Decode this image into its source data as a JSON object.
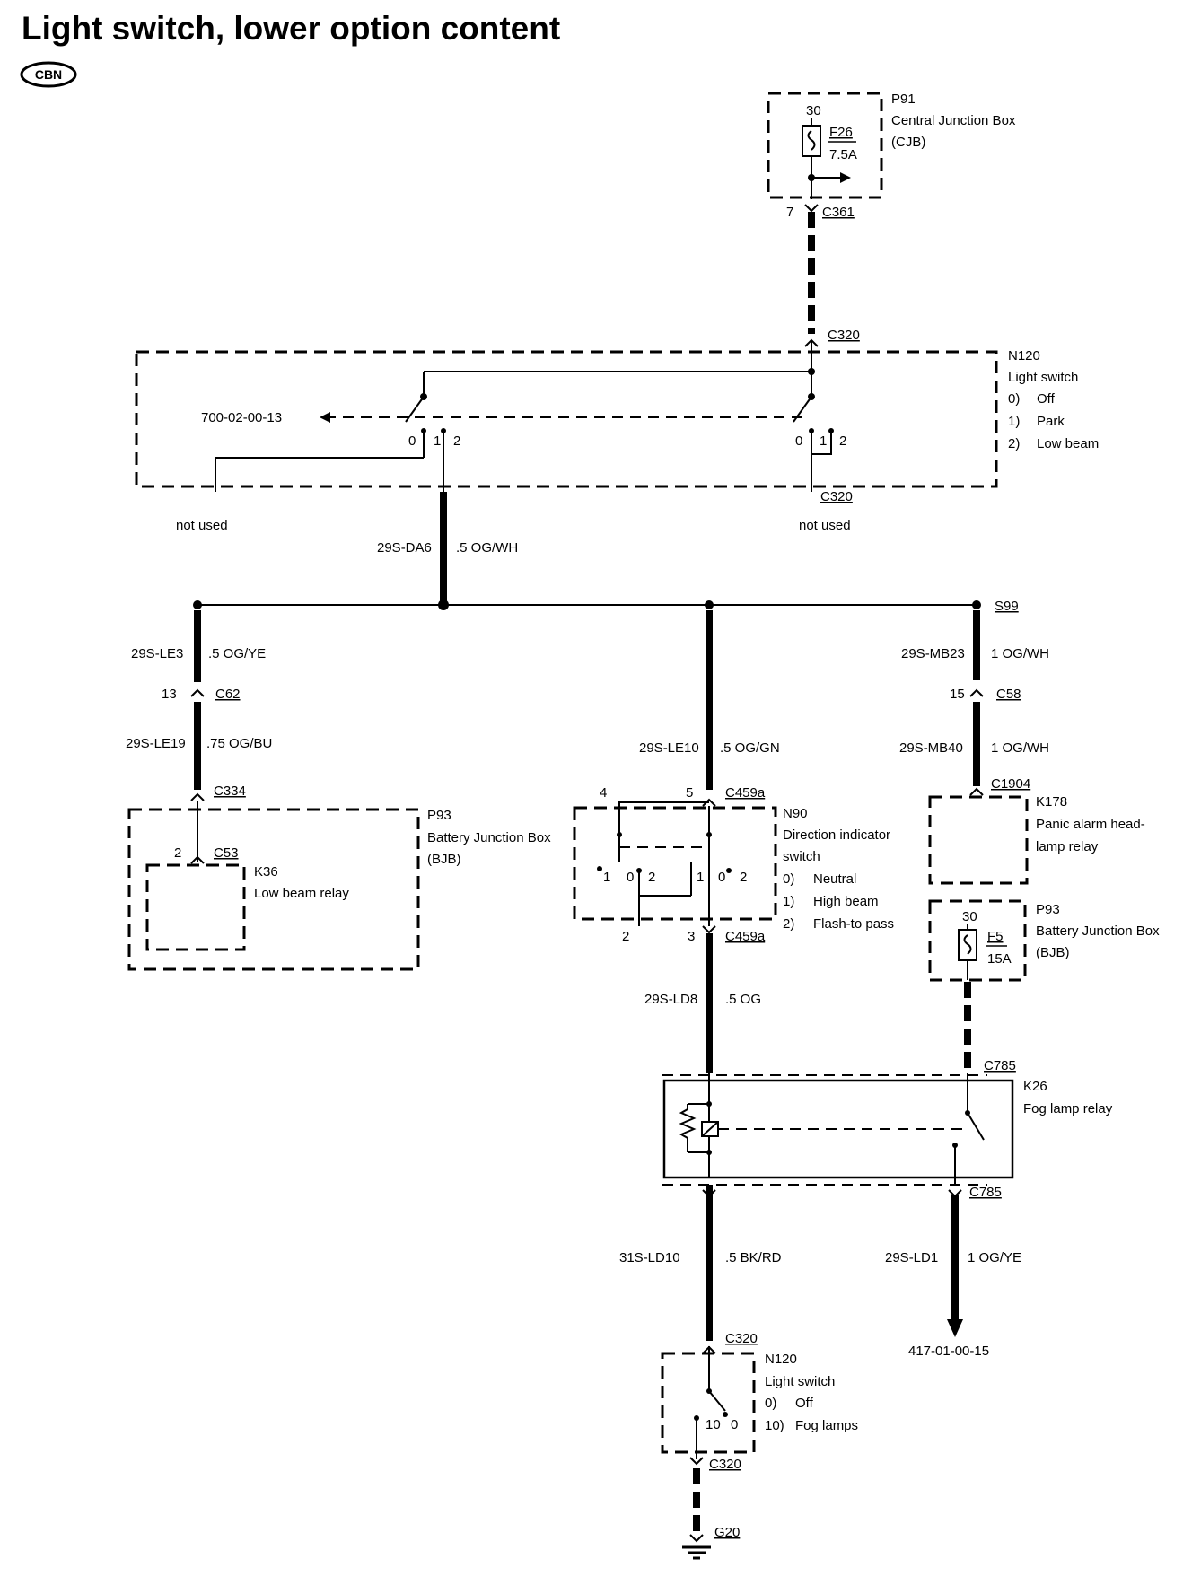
{
  "title": "Light switch, lower option content",
  "badge": "CBN",
  "components": {
    "p91": {
      "id": "P91",
      "name": "Central Junction Box",
      "abbr": "(CJB)",
      "fuse_pin": "30",
      "fuse_id": "F26",
      "fuse_rating": "7.5A",
      "pin": "7",
      "connector": "C361"
    },
    "n120_top": {
      "id": "N120",
      "name": "Light switch",
      "positions": [
        "0)",
        "Off",
        "1)",
        "Park",
        "2)",
        "Low beam"
      ],
      "ref": "700-02-00-13",
      "conn_top": "C320",
      "conn_bottom": "C320",
      "left_pins": [
        "0",
        "1",
        "2"
      ],
      "right_pins": [
        "0",
        "1",
        "2"
      ],
      "not_used_left": "not used",
      "not_used_right": "not used"
    },
    "p93_left": {
      "id": "P93",
      "name": "Battery Junction Box",
      "abbr": "(BJB)",
      "connector": "C334"
    },
    "k36": {
      "id": "K36",
      "name": "Low beam relay",
      "pin": "2",
      "connector": "C53"
    },
    "n90": {
      "id": "N90",
      "name": "Direction indicator",
      "name2": "switch",
      "positions": [
        "0)",
        "Neutral",
        "1)",
        "High beam",
        "2)",
        "Flash-to pass"
      ],
      "pin_tl": "4",
      "pin_tr": "5",
      "conn_top": "C459a",
      "pin_bl": "2",
      "pin_br": "3",
      "conn_bottom": "C459a",
      "pins_left": [
        "1",
        "0",
        "2"
      ],
      "pins_right": [
        "1",
        "0",
        "2"
      ]
    },
    "k178": {
      "id": "K178",
      "name": "Panic alarm head-",
      "name2": "lamp relay",
      "connector": "C1904"
    },
    "p93_right": {
      "id": "P93",
      "name": "Battery Junction Box",
      "abbr": "(BJB)",
      "fuse_pin": "30",
      "fuse_id": "F5",
      "fuse_rating": "15A"
    },
    "k26": {
      "id": "K26",
      "name": "Fog lamp relay",
      "conn_top": "C785",
      "conn_bottom": "C785"
    },
    "n120_bottom": {
      "id": "N120",
      "name": "Light switch",
      "positions": [
        "0)",
        "Off",
        "10)",
        "Fog lamps"
      ],
      "conn_top": "C320",
      "conn_bottom": "C320",
      "pins": [
        "10",
        "0"
      ]
    },
    "g20": {
      "id": "G20"
    },
    "s99": {
      "id": "S99"
    }
  },
  "wires": {
    "main": {
      "code": "29S-DA6",
      "spec": ".5 OG/WH"
    },
    "le3": {
      "code": "29S-LE3",
      "spec": ".5 OG/YE",
      "pin": "13",
      "connector": "C62"
    },
    "le19": {
      "code": "29S-LE19",
      "spec": ".75 OG/BU"
    },
    "le10": {
      "code": "29S-LE10",
      "spec": ".5 OG/GN"
    },
    "mb23": {
      "code": "29S-MB23",
      "spec": "1 OG/WH",
      "pin": "15",
      "connector": "C58"
    },
    "mb40": {
      "code": "29S-MB40",
      "spec": "1 OG/WH"
    },
    "ld8": {
      "code": "29S-LD8",
      "spec": ".5 OG"
    },
    "ld10": {
      "code": "31S-LD10",
      "spec": ".5 BK/RD"
    },
    "ld1": {
      "code": "29S-LD1",
      "spec": "1 OG/YE",
      "ref": "417-01-00-15"
    }
  }
}
